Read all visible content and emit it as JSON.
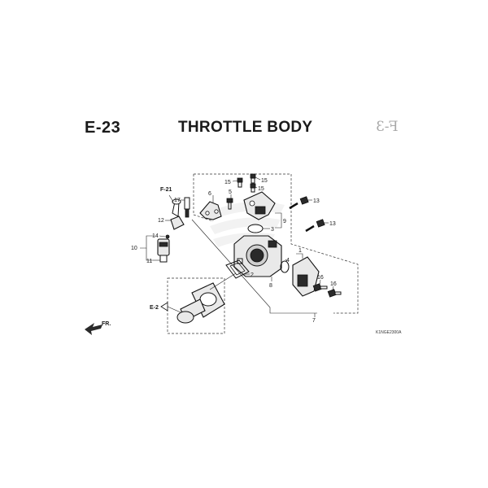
{
  "header": {
    "section_code": "E-23",
    "title": "THROTTLE BODY",
    "handwritten_note": "F-3"
  },
  "footer": {
    "diagram_code": "K1NGE2300A"
  },
  "references": {
    "f21": "F-21",
    "e2": "E-2",
    "front_arrow": "FR."
  },
  "callouts": {
    "c1": "1",
    "c2": "2",
    "c3": "3",
    "c4": "4",
    "c5": "5",
    "c6": "6",
    "c7": "7",
    "c8": "8",
    "c9": "9",
    "c10": "10",
    "c11": "11",
    "c12": "12",
    "c13a": "13",
    "c13b": "13",
    "c14": "14",
    "c15a": "15",
    "c15b": "15",
    "c15c": "15",
    "c16a": "16",
    "c16b": "16",
    "c17": "17"
  },
  "colors": {
    "ink": "#1a1a1a",
    "handwriting": "#a8a8a8",
    "watermark": "#dcdcdc"
  }
}
